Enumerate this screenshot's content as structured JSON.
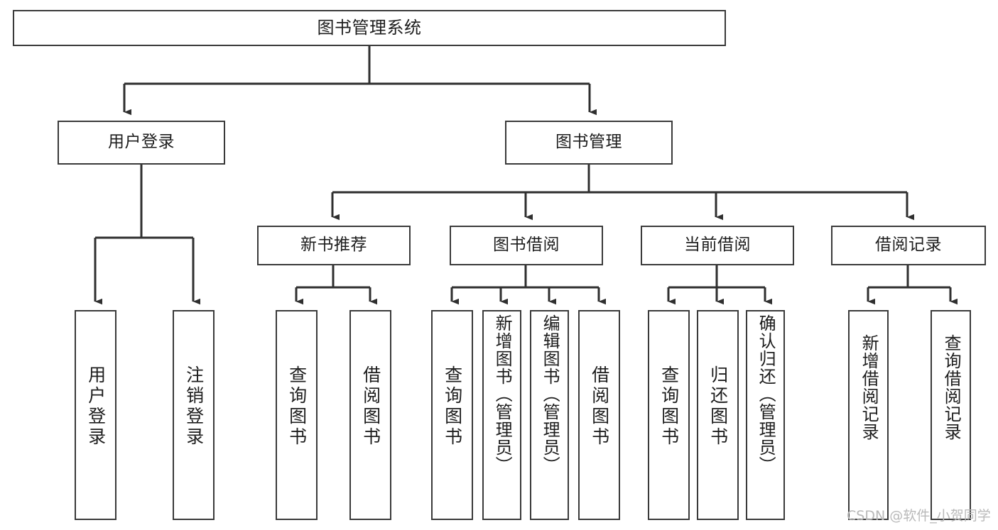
{
  "diagram": {
    "title": "图书管理系统",
    "type": "tree-hierarchy-diagram",
    "watermark": "CSDN @软件_小贺同学",
    "colors": {
      "background": "#ffffff",
      "box_border": "#3a3a3a",
      "box_fill": "#ffffff",
      "edge": "#2f2f2f",
      "text": "#1d1d1d",
      "watermark": "#b9b9b9"
    },
    "nodes": {
      "root": {
        "label": "图书管理系统"
      },
      "level2": [
        {
          "label": "用户登录"
        },
        {
          "label": "图书管理"
        }
      ],
      "level3": [
        {
          "label": "新书推荐"
        },
        {
          "label": "图书借阅"
        },
        {
          "label": "当前借阅"
        },
        {
          "label": "借阅记录"
        }
      ],
      "leaves": {
        "user_login": [
          {
            "label": "用户登录"
          },
          {
            "label": "注销登录"
          }
        ],
        "new_book_recommend": [
          {
            "label": "查询图书"
          },
          {
            "label": "借阅图书"
          }
        ],
        "book_borrow": [
          {
            "label": "查询图书"
          },
          {
            "label": "新增图书（管理员）"
          },
          {
            "label": "编辑图书（管理员）"
          },
          {
            "label": "借阅图书"
          }
        ],
        "current_borrow": [
          {
            "label": "查询图书"
          },
          {
            "label": "归还图书"
          },
          {
            "label": "确认归还（管理员）"
          }
        ],
        "borrow_record": [
          {
            "label": "新增借阅记录"
          },
          {
            "label": "查询借阅记录"
          }
        ]
      }
    }
  }
}
